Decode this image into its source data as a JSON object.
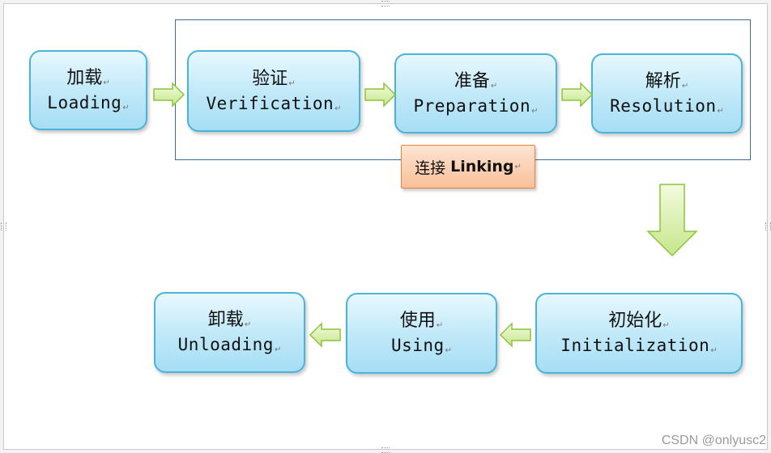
{
  "diagram": {
    "linking_label": {
      "cn": "连接",
      "en": "Linking"
    },
    "stages": {
      "loading": {
        "cn": "加载",
        "en": "Loading"
      },
      "verification": {
        "cn": "验证",
        "en": "Verification"
      },
      "preparation": {
        "cn": "准备",
        "en": "Preparation"
      },
      "resolution": {
        "cn": "解析",
        "en": "Resolution"
      },
      "initialization": {
        "cn": "初始化",
        "en": "Initialization"
      },
      "using": {
        "cn": "使用",
        "en": "Using"
      },
      "unloading": {
        "cn": "卸载",
        "en": "Unloading"
      }
    },
    "paragraph_mark": "↵"
  },
  "watermark": "CSDN @onlyusc2",
  "colors": {
    "stage_border": "#4bb3d8",
    "arrow_fill": "#d8efa8",
    "arrow_stroke": "#8cc43c",
    "linking_fill": "#f9c09a",
    "linking_border": "#e9823b",
    "frame": "#3f6c9c"
  }
}
